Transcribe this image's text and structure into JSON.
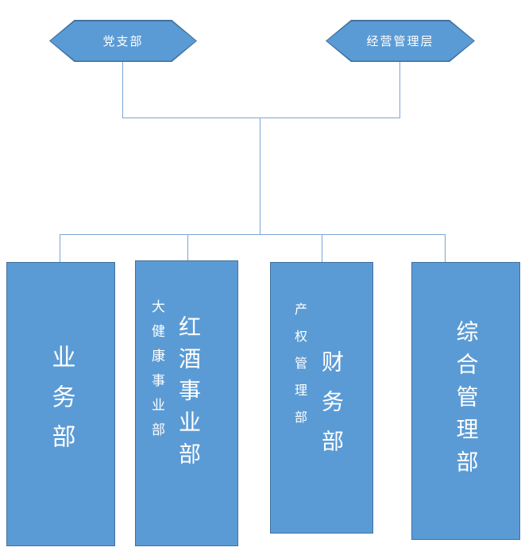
{
  "colors": {
    "shape_fill": "#5B9BD5",
    "shape_border": "#41719C",
    "connector": "#7CA5D6",
    "text": "#FFFFFF"
  },
  "diagram": {
    "top_nodes": [
      {
        "label": "党支部"
      },
      {
        "label": "经营管理层"
      }
    ],
    "departments": [
      {
        "primary": "业务部",
        "secondary": ""
      },
      {
        "primary": "红酒事业部",
        "secondary": "大健康事业部"
      },
      {
        "primary": "财务部",
        "secondary": "产权管理部"
      },
      {
        "primary": "综合管理部",
        "secondary": ""
      }
    ]
  }
}
